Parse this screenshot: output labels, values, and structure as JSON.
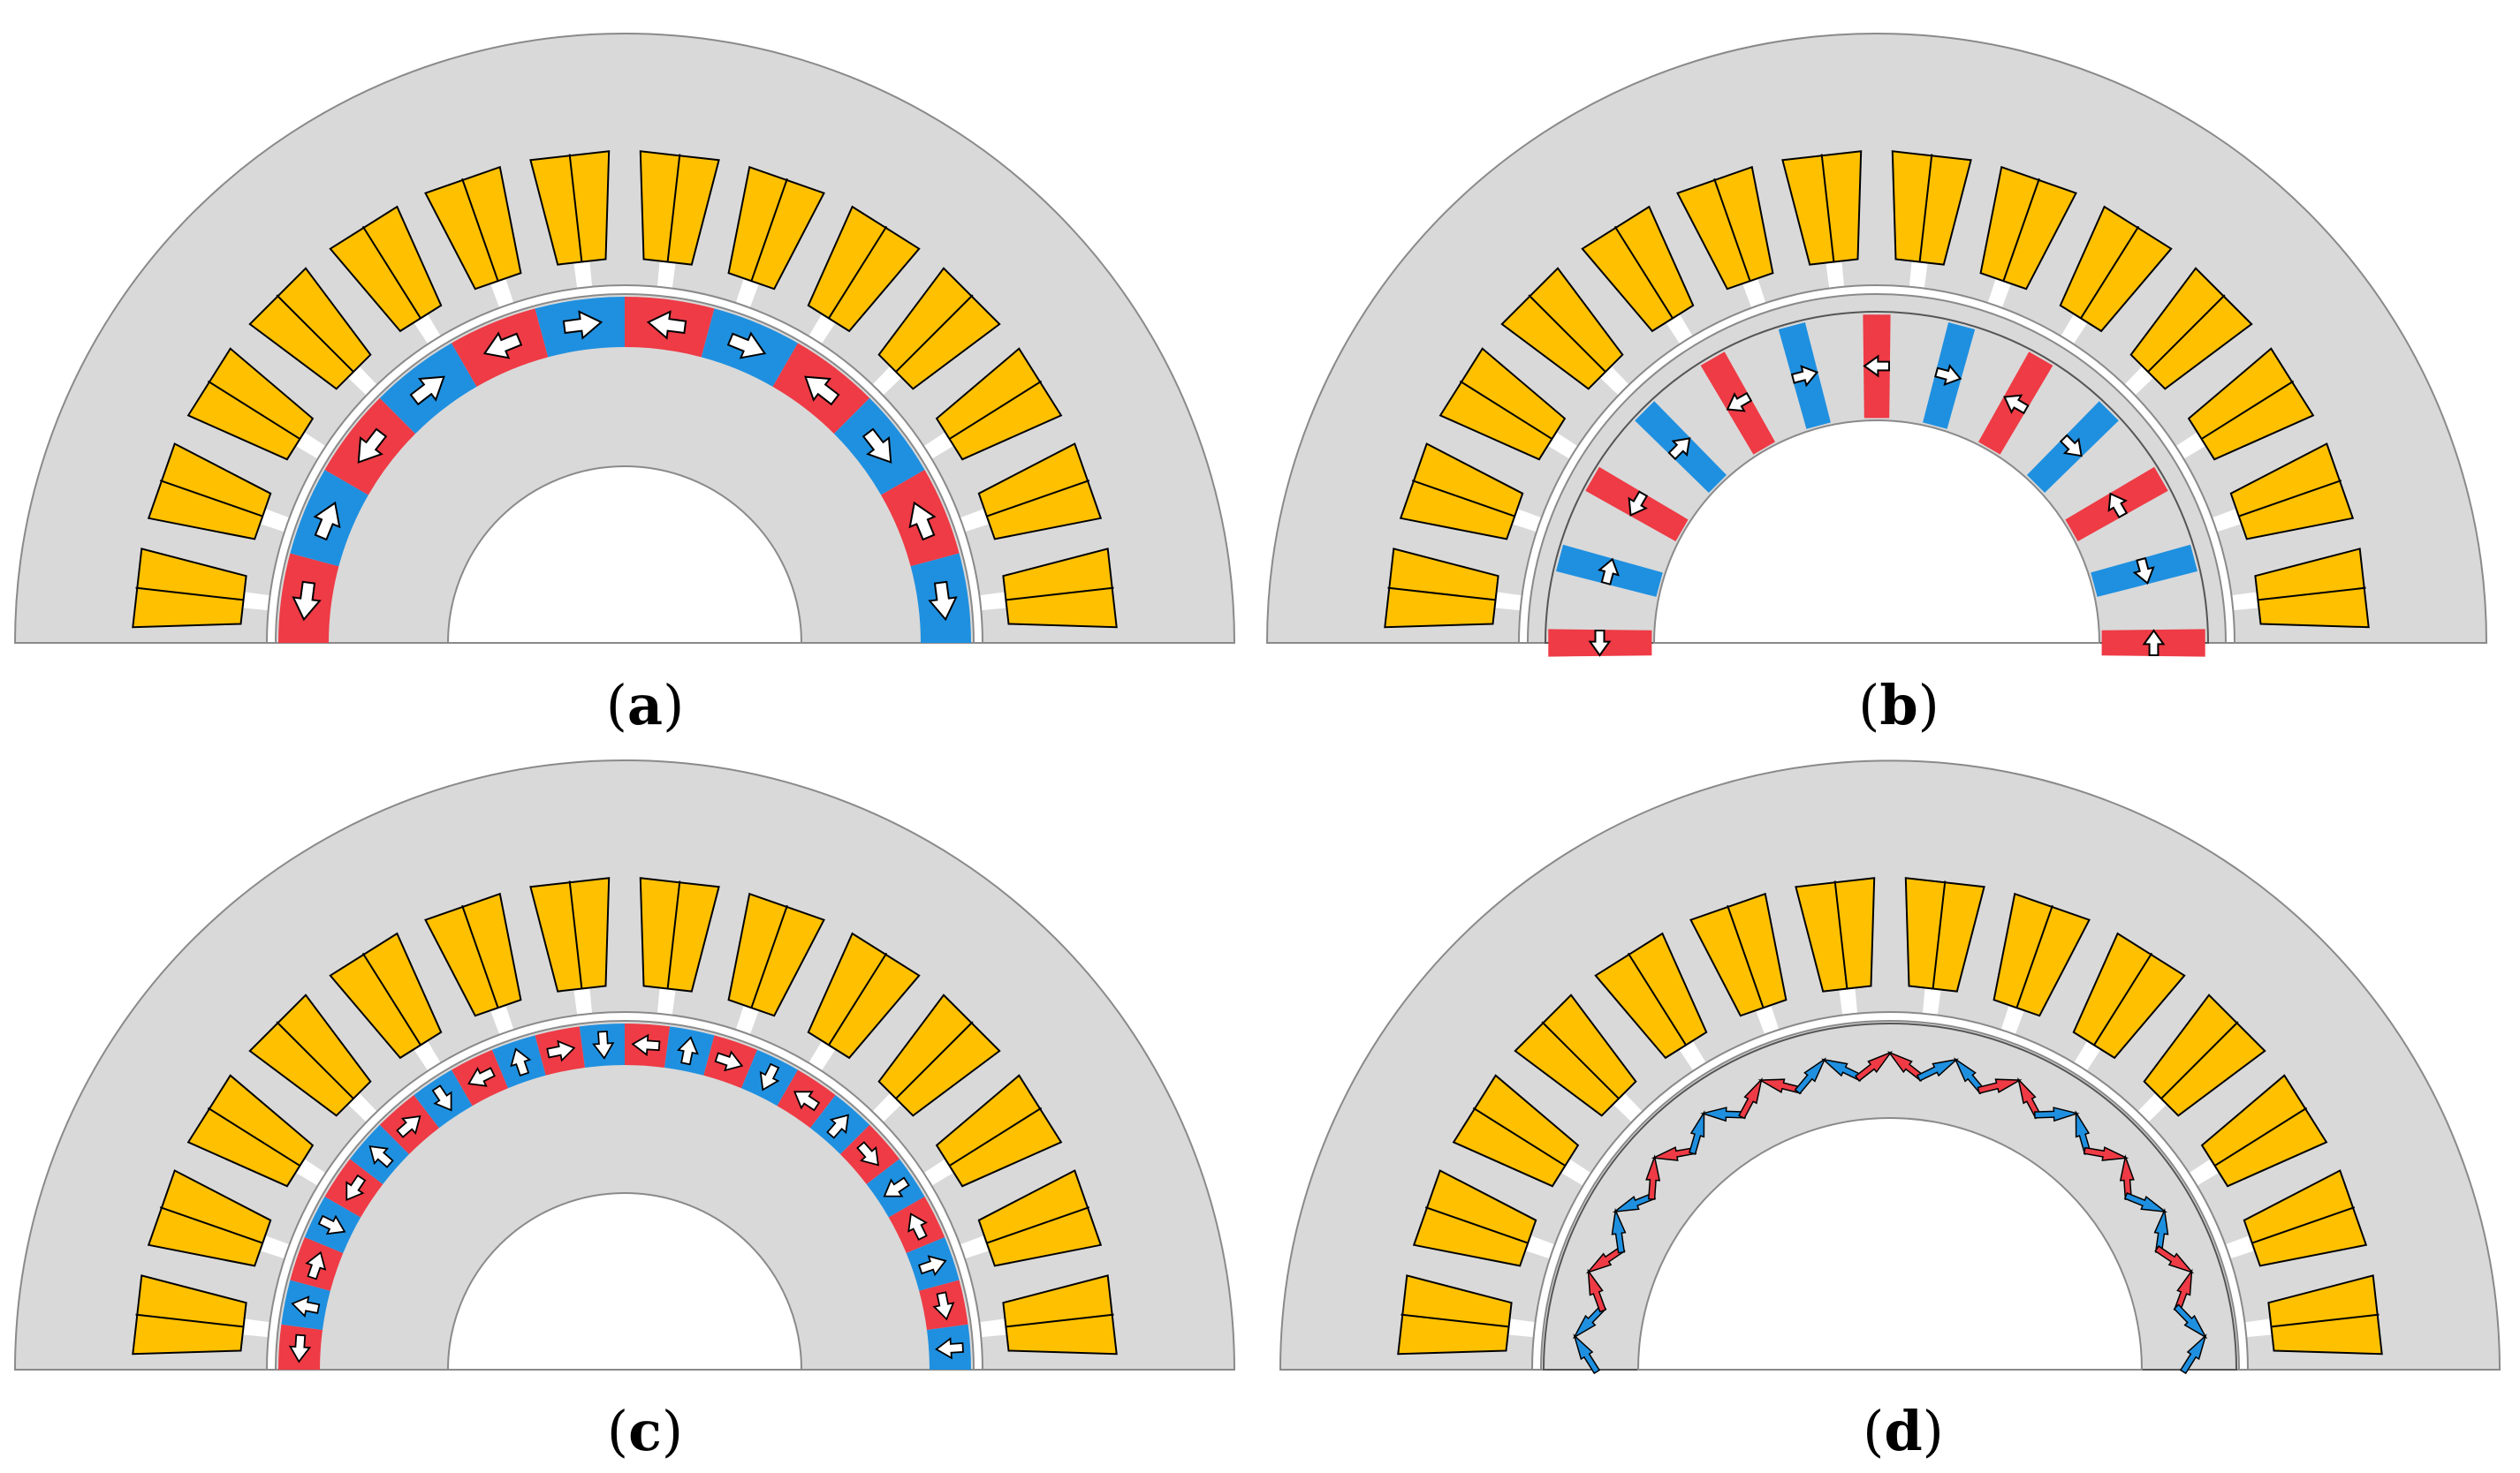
{
  "colors": {
    "stator": "#d9d9d9",
    "outline": "#8a8a8a",
    "coil": "#ffc000",
    "magnet_red": "#ee3b45",
    "magnet_blue": "#1f90e0",
    "arrow": "#ffffff"
  },
  "panels": [
    {
      "id": "a",
      "label": "a",
      "rotor_type": "surface-mounted-halbach-ring",
      "slots": 14,
      "magnet_segments": 12
    },
    {
      "id": "b",
      "label": "b",
      "rotor_type": "spoke-type-radial-magnets",
      "slots": 14,
      "magnet_segments": 13
    },
    {
      "id": "c",
      "label": "c",
      "rotor_type": "surface-mounted-halbach-ring-fine",
      "slots": 14,
      "magnet_segments": 24
    },
    {
      "id": "d",
      "label": "d",
      "rotor_type": "interior-v-shaped-magnets",
      "slots": 14,
      "magnet_segments": 30
    }
  ]
}
